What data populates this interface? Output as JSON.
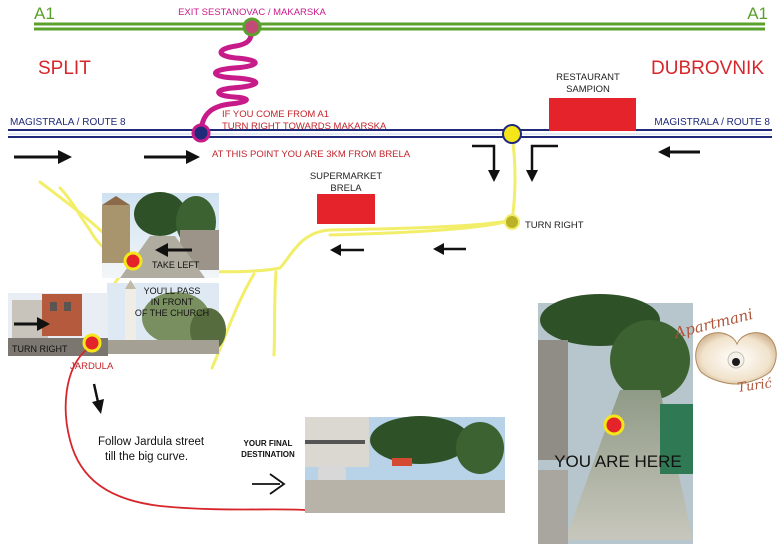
{
  "highway": {
    "left_label": "A1",
    "right_label": "A1",
    "exit_label": "EXIT SESTANOVAC / MAKARSKA"
  },
  "cities": {
    "left": "SPLIT",
    "right": "DUBROVNIK"
  },
  "magistrala": {
    "left_label": "MAGISTRALA / ROUTE 8",
    "right_label": "MAGISTRALA / ROUTE 8"
  },
  "notes": {
    "from_a1_line1": "IF YOU COME FROM A1",
    "from_a1_line2": "TURN RIGHT TOWARDS MAKARSKA",
    "distance": "AT THIS POINT YOU ARE 3KM FROM BRELA"
  },
  "places": {
    "restaurant_line1": "RESTAURANT",
    "restaurant_line2": "SAMPION",
    "supermarket_line1": "SUPERMARKET",
    "supermarket_line2": "BRELA"
  },
  "directions": {
    "turn_right_1": "TURN RIGHT",
    "take_left": "TAKE LEFT",
    "church_line1": "YOU'LL PASS",
    "church_line2": "IN FRONT",
    "church_line3": "OF THE CHURCH",
    "turn_right_2": "TURN RIGHT",
    "street": "JARDULA",
    "follow_line1": "Follow Jardula street",
    "follow_line2": "till the big curve.",
    "final_line1": "YOUR FINAL",
    "final_line2": "DESTINATION",
    "here": "YOU ARE HERE"
  },
  "logo": {
    "line1": "Apartmani",
    "line2": "Turić"
  },
  "colors": {
    "highway_green": "#5aa02c",
    "magistrala_blue": "#1f2a7a",
    "local_road_yellow": "#f2ee6a",
    "route_red": "#d7262b",
    "exit_ramp_magenta": "#c81b8a",
    "marker_red": "#e4232a",
    "marker_yellow": "#f5e61a",
    "marker_olive": "#b9b227"
  }
}
